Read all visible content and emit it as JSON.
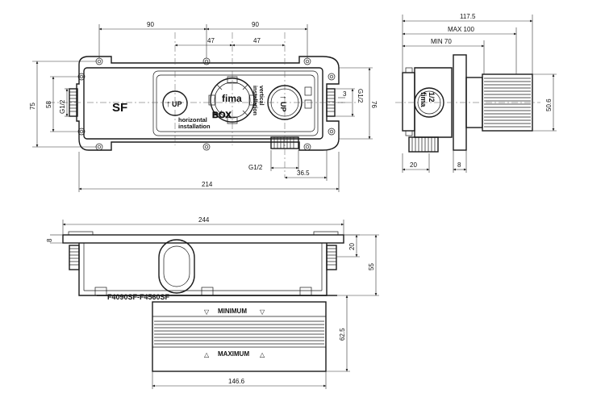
{
  "dimensions": {
    "d90_left": "90",
    "d90_right": "90",
    "d47_left": "47",
    "d47_right": "47",
    "d75": "75",
    "d58": "58",
    "d_g12_left": "G1/2",
    "d_g12_right": "G1/2",
    "d3": "3",
    "d76": "76",
    "d_g12_bottom": "G1/2",
    "d36_5": "36.5",
    "d214": "214",
    "d117_5": "117.5",
    "d_max100": "MAX 100",
    "d_min70": "MIN 70",
    "d50_6": "50.6",
    "d20_side": "20",
    "d8_side": "8",
    "d244": "244",
    "d8_bottom": "8",
    "d20_bottom": "20",
    "d55": "55",
    "d62_5": "62.5",
    "d146_6": "146.6"
  },
  "labels": {
    "sf": "SF",
    "up_left": "UP",
    "up_right": "UP",
    "horizontal_1": "horizontal",
    "horizontal_2": "installation",
    "vertical_1": "vertical",
    "vertical_2": "installation",
    "brand_center": "fima",
    "box_text": "BOX",
    "side_brand": "fima",
    "side_size": "1/2",
    "model": "F4090SF-F4560SF",
    "minimum": "MINIMUM",
    "maximum": "MAXIMUM"
  },
  "icons": {
    "up_arrow": "↑",
    "marker_down": "▽",
    "marker_up": "△"
  }
}
